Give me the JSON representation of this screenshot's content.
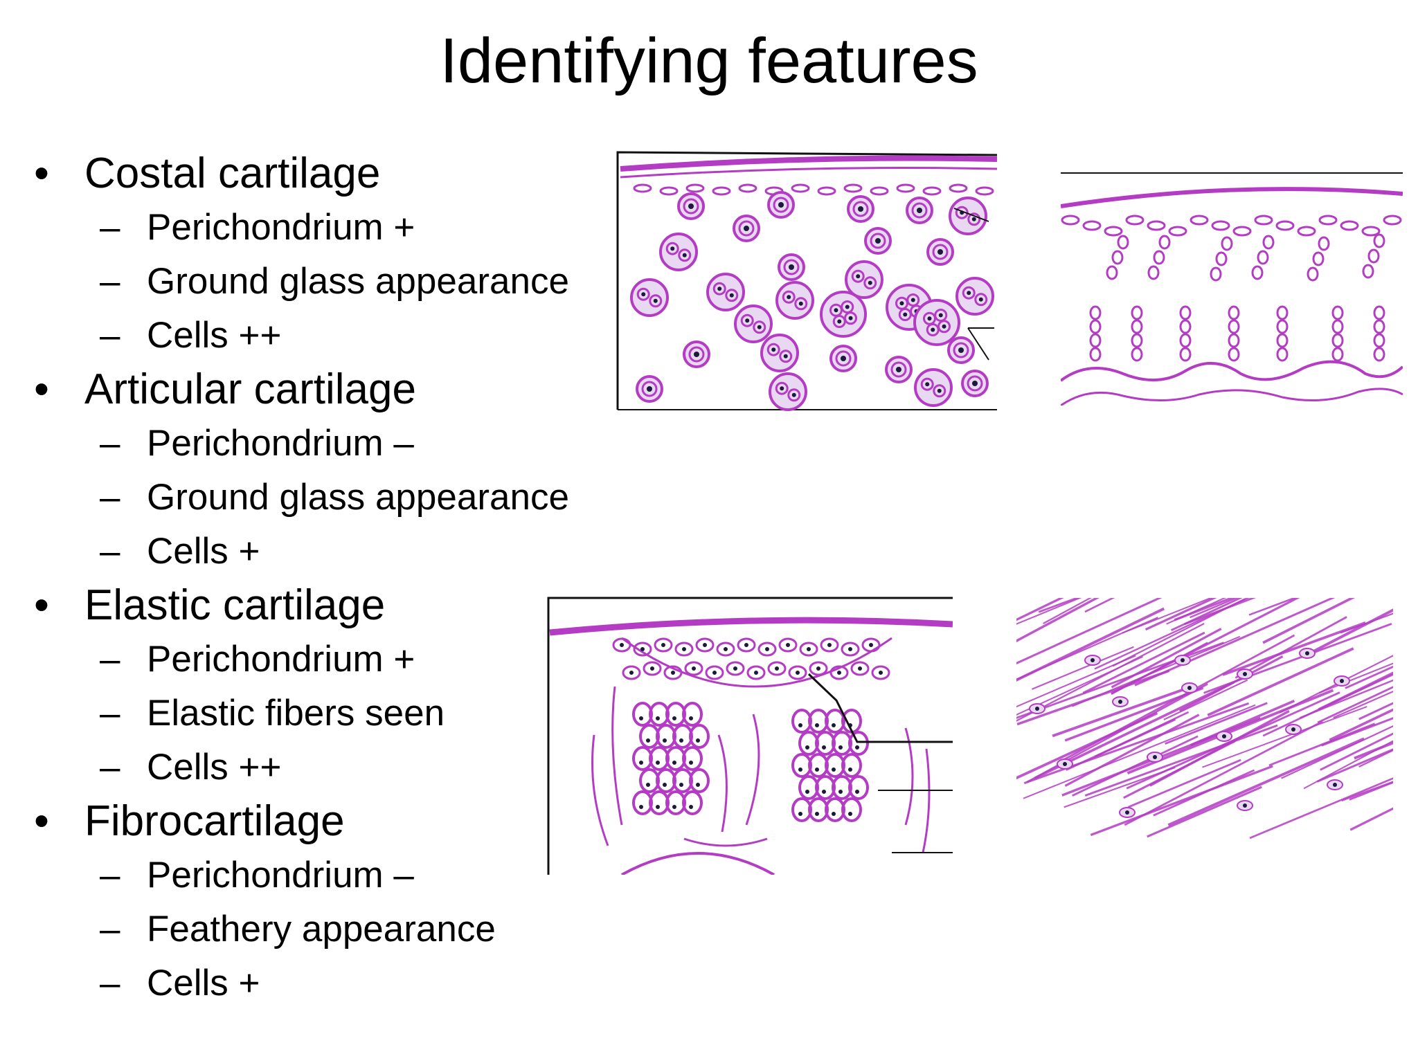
{
  "title": "Identifying features",
  "cartilages": [
    {
      "name": "Costal cartilage",
      "features": [
        "Perichondrium +",
        "Ground glass appearance",
        "Cells ++"
      ]
    },
    {
      "name": "Articular cartilage",
      "features": [
        "Perichondrium –",
        "Ground glass appearance",
        "Cells +"
      ]
    },
    {
      "name": "Elastic cartilage",
      "features": [
        "Perichondrium +",
        "Elastic fibers seen",
        "Cells ++"
      ]
    },
    {
      "name": "Fibrocartilage",
      "features": [
        "Perichondrium –",
        "Feathery appearance",
        "Cells +"
      ]
    }
  ],
  "markers": {
    "bullet": "•",
    "dash": "–"
  },
  "colors": {
    "stain": "#b43cc4",
    "nucleus": "#1a1a3a",
    "outline": "#111111"
  }
}
